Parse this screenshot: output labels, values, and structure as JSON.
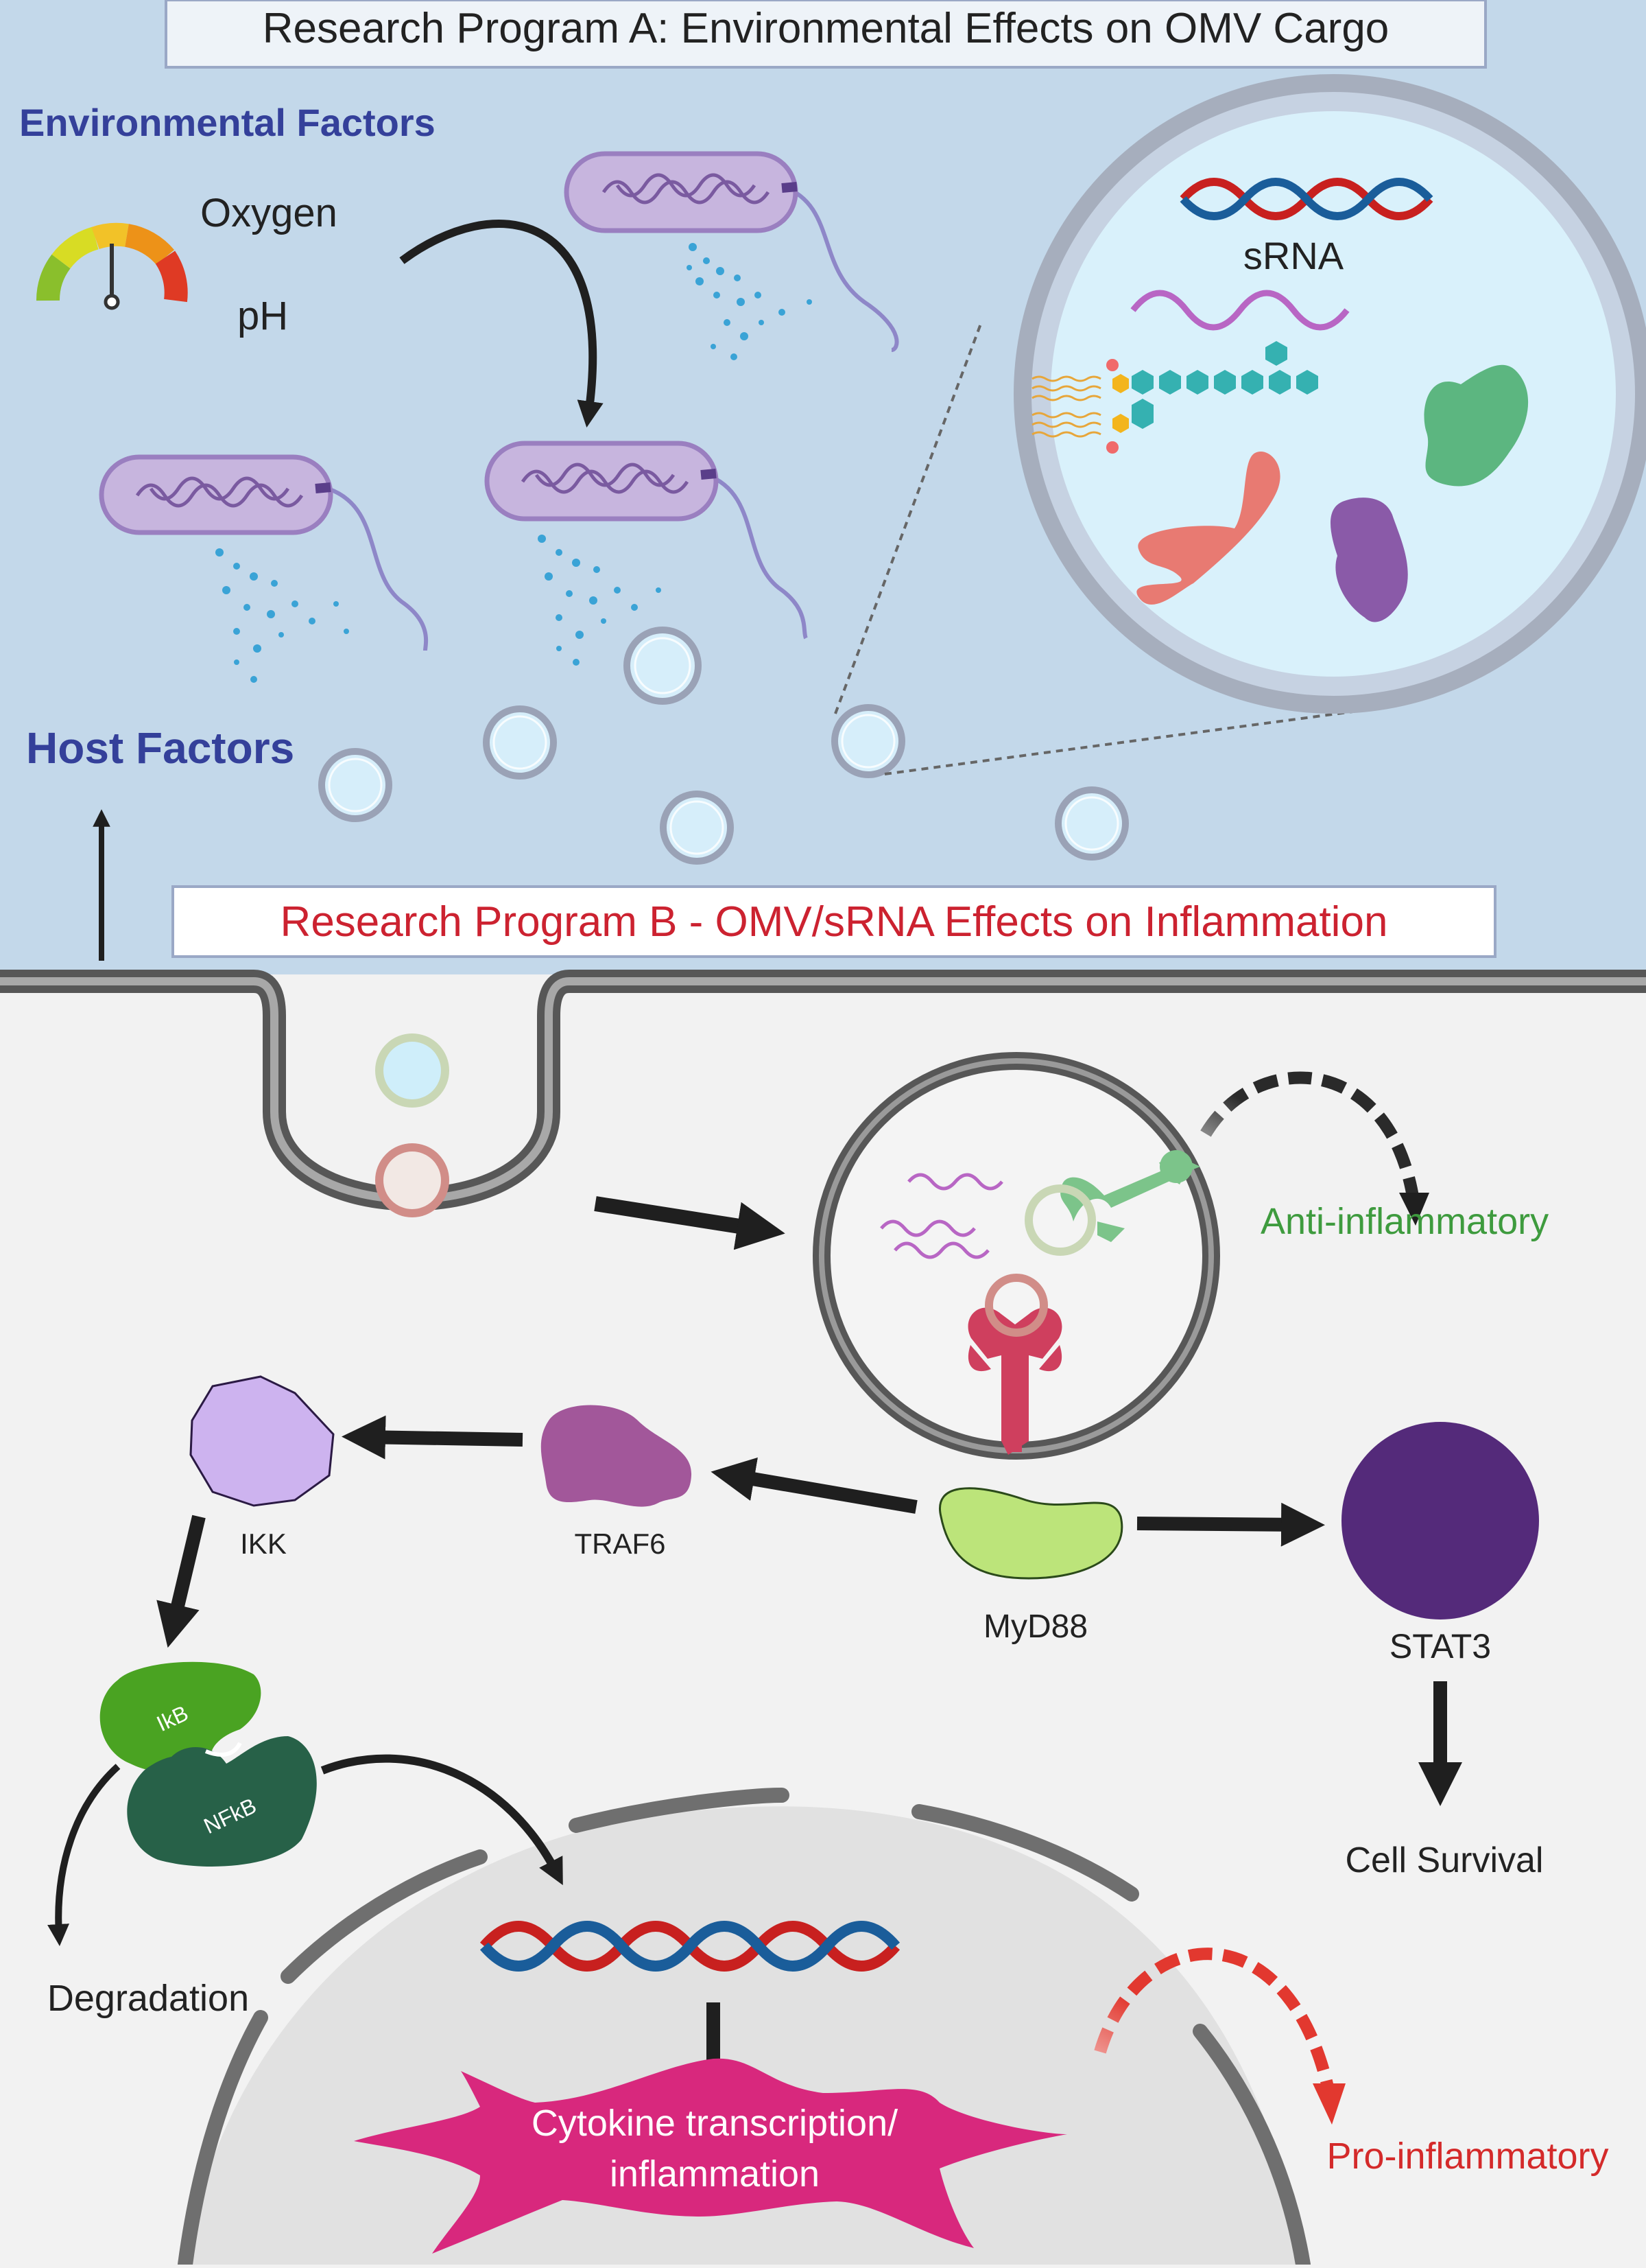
{
  "program_a": {
    "title": "Research Program A: Environmental Effects on OMV Cargo"
  },
  "program_b": {
    "title": "Research Program B - OMV/sRNA Effects on Inflammation"
  },
  "labels": {
    "environmental_factors": "Environmental Factors",
    "oxygen": "Oxygen",
    "ph": "pH",
    "host_factors": "Host Factors",
    "srna": "sRNA",
    "anti_inflammatory": "Anti-inflammatory",
    "pro_inflammatory": "Pro-inflammatory",
    "ikk": "IKK",
    "traf6": "TRAF6",
    "myd88": "MyD88",
    "stat3": "STAT3",
    "ikb": "IkB",
    "nfkb": "NFkB",
    "degradation": "Degradation",
    "cell_survival": "Cell Survival",
    "cytokine_line1": "Cytokine transcription/",
    "cytokine_line2": "inflammation"
  },
  "colors": {
    "top_background": "#c3d8ea",
    "bottom_background": "#f2f2f2",
    "title_a_text": "#222222",
    "title_b_text": "#cc2230",
    "factor_label": "#34409a",
    "anti_inflammatory": "#3e9b3e",
    "pro_inflammatory": "#d42a2a",
    "bacterium": "#c7b5de",
    "membrane": "#6a6a6a",
    "myd88": "#bce47a",
    "traf6": "#a2579a",
    "ikk": "#cdb3ef",
    "stat3": "#542a7a",
    "ikb": "#4aa322",
    "nfkb": "#276148",
    "cytokine": "#d8287d",
    "nucleus": "#e1e1e1"
  }
}
